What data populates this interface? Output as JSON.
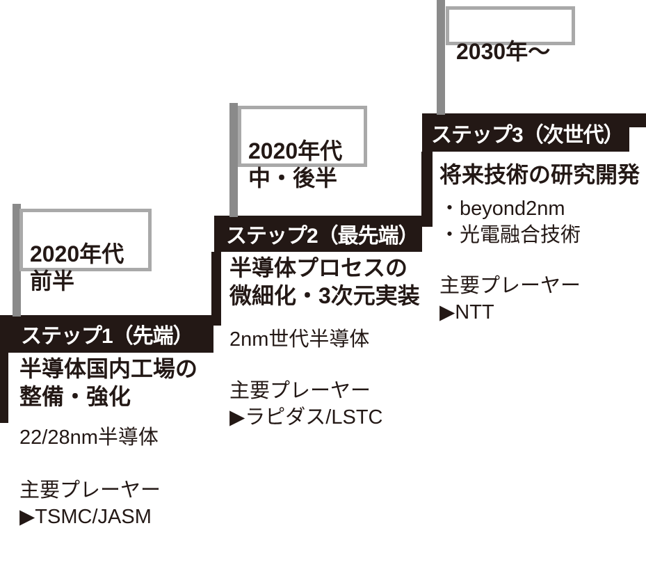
{
  "diagram_type": "step-roadmap",
  "colors": {
    "ink_black": "#231815",
    "pole_gray": "#8a8a8a",
    "flag_border_gray": "#a9a9a9",
    "background": "#ffffff",
    "bar_text": "#ffffff"
  },
  "steps": [
    {
      "period_flag": "2020年代\n前半",
      "bar_label": "ステップ1（先端）",
      "title": "半導体国内工場の\n整備・強化",
      "target": "22/28nm半導体",
      "players_heading": "主要プレーヤー",
      "players": "▶TSMC/JASM"
    },
    {
      "period_flag": "2020年代\n中・後半",
      "bar_label": "ステップ2（最先端）",
      "title": "半導体プロセスの\n微細化・3次元実装",
      "target": "2nm世代半導体",
      "players_heading": "主要プレーヤー",
      "players": "▶ラピダス/LSTC"
    },
    {
      "period_flag": "2030年～",
      "bar_label": "ステップ3（次世代）",
      "title": "将来技術の研究開発",
      "target": "・beyond2nm\n・光電融合技術",
      "players_heading": "主要プレーヤー",
      "players": "▶NTT"
    }
  ]
}
